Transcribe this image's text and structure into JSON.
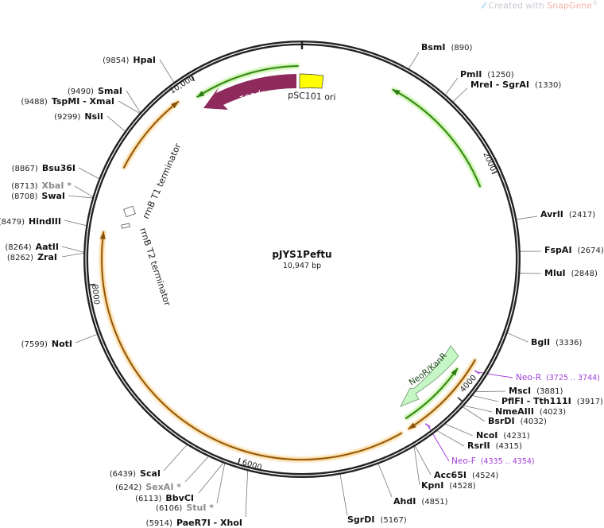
{
  "credit": {
    "prefix": "Created with ",
    "brand": "SnapGene",
    "mark": "®"
  },
  "plasmid": {
    "name": "pJYS1Peftu",
    "length": "10,947 bp",
    "length_bp": 10947
  },
  "ticks": [
    "2000",
    "4000",
    "6000",
    "8000",
    "10,000"
  ],
  "features": {
    "rep101": "Rep101",
    "ori": "pSC101 ori",
    "neo": "NeoR/KanR",
    "t1": "rrnB T1 terminator",
    "t2": "rrnB T2 terminator"
  },
  "colors": {
    "rep101": "#8e2a5c",
    "ori": "#ffff00",
    "neo": "#c6f5c6",
    "primer": "#a040d8",
    "green_arc": "#2e7d12",
    "orange_arc": "#b06a10"
  },
  "primers": [
    {
      "name": "Neo-R",
      "range": "(3725 .. 3744)",
      "bp": 3734
    },
    {
      "name": "Neo-F",
      "range": "(4335 .. 4354)",
      "bp": 4344
    }
  ],
  "enzymes": [
    {
      "name": "BsmI",
      "pos": "(890)",
      "bp": 890
    },
    {
      "name": "PmlI",
      "pos": "(1250)",
      "bp": 1250
    },
    {
      "name": "MreI  - SgrAI",
      "pos": "(1330)",
      "bp": 1330
    },
    {
      "name": "AvrII",
      "pos": "(2417)",
      "bp": 2417
    },
    {
      "name": "FspAI",
      "pos": "(2674)",
      "bp": 2674
    },
    {
      "name": "MluI",
      "pos": "(2848)",
      "bp": 2848
    },
    {
      "name": "BglI",
      "pos": "(3336)",
      "bp": 3336
    },
    {
      "name": "MscI",
      "pos": "(3881)",
      "bp": 3881
    },
    {
      "name": "PflFI  - Tth111I",
      "pos": "(3917)",
      "bp": 3917
    },
    {
      "name": "NmeAIII",
      "pos": "(4023)",
      "bp": 4023
    },
    {
      "name": "BsrDI",
      "pos": "(4032)",
      "bp": 4032
    },
    {
      "name": "NcoI",
      "pos": "(4231)",
      "bp": 4231
    },
    {
      "name": "RsrII",
      "pos": "(4315)",
      "bp": 4315
    },
    {
      "name": "Acc65I",
      "pos": "(4524)",
      "bp": 4524
    },
    {
      "name": "KpnI",
      "pos": "(4528)",
      "bp": 4528
    },
    {
      "name": "AhdI",
      "pos": "(4851)",
      "bp": 4851
    },
    {
      "name": "SgrDI",
      "pos": "(5167)",
      "bp": 5167
    },
    {
      "name": "PaeR7I  - XhoI",
      "pos": "(5914)",
      "bp": 5914
    },
    {
      "name": "StuI *",
      "pos": "(6106)",
      "bp": 6106
    },
    {
      "name": "BbvCI",
      "pos": "(6113)",
      "bp": 6113
    },
    {
      "name": "SexAI *",
      "pos": "(6242)",
      "bp": 6242
    },
    {
      "name": "ScaI",
      "pos": "(6439)",
      "bp": 6439
    },
    {
      "name": "NotI",
      "pos": "(7599)",
      "bp": 7599
    },
    {
      "name": "ZraI",
      "pos": "(8262)",
      "bp": 8262
    },
    {
      "name": "AatII",
      "pos": "(8264)",
      "bp": 8264
    },
    {
      "name": "HindIII",
      "pos": "(8479)",
      "bp": 8479
    },
    {
      "name": "SwaI",
      "pos": "(8708)",
      "bp": 8708
    },
    {
      "name": "XbaI *",
      "pos": "(8713)",
      "bp": 8713
    },
    {
      "name": "Bsu36I",
      "pos": "(8867)",
      "bp": 8867
    },
    {
      "name": "NsiI",
      "pos": "(9299)",
      "bp": 9299
    },
    {
      "name": "TspMI  - XmaI",
      "pos": "(9488)",
      "bp": 9488
    },
    {
      "name": "SmaI",
      "pos": "(9490)",
      "bp": 9490
    },
    {
      "name": "HpaI",
      "pos": "(9854)",
      "bp": 9854
    }
  ]
}
